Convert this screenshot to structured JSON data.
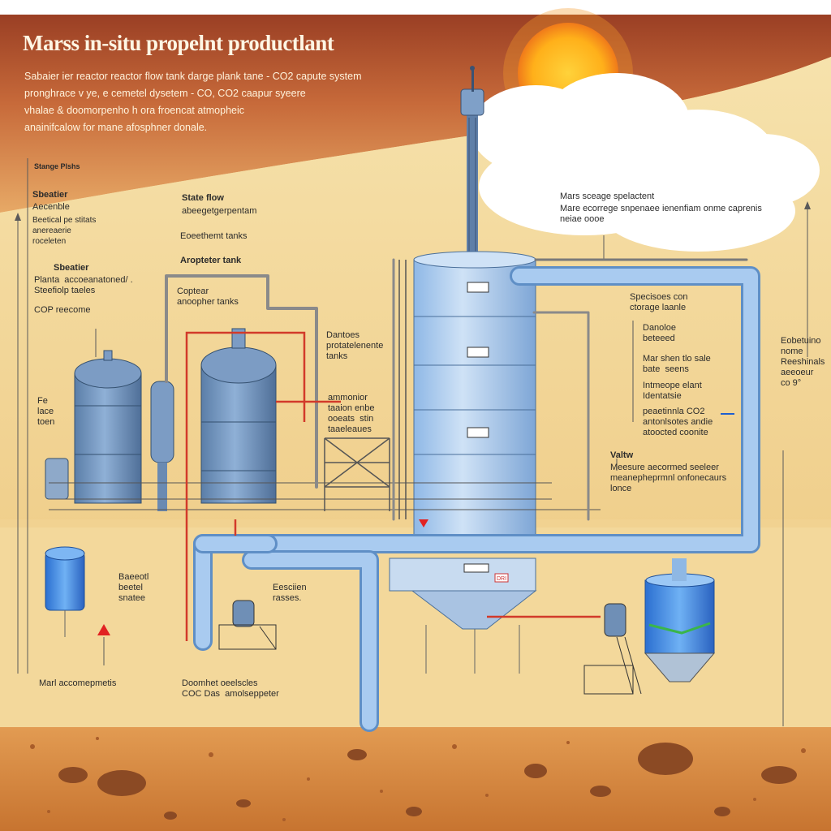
{
  "title": "Marss in-situ propelnt productlant",
  "subtitle_lines": [
    "Sabaier ier reactor reactor flow tank darge plank tane - CO2 capute system",
    "pronghrace v ye, e cemetel dysetem - CO, CO2 caapur syeere",
    "vhalae & doomorpenho h ora froencat atmopheic",
    "anainifcalow for mane afosphner donale."
  ],
  "labels": {
    "storage_plants": "Stange Plshs",
    "sbatier_top": "Sbeatier",
    "sbatier_top_sub": "Aecenble",
    "desc_left_1": "Beetical pe stitats\nanereaerie\nroceleten",
    "state_flow": "State flow",
    "state_flow_sub": "abeegetgerpentam",
    "exothermic": "Eoeethemt tanks",
    "atmosphere_tank": "Aropteter tank",
    "sbatier_mid": "Sbeatier",
    "sbatier_mid_sub": "Planta  accoeanatoned/ .\nSteefiolp taeles",
    "co2_recovery": "COP reecome",
    "captor": "Coptear\nanoopher tanks",
    "fe": "Fe\nlace\ntoen",
    "dantoes": "Dantoes\nprotatelenente\ntanks",
    "ammonia": "ammonior\ntaaion enbe\nooeats  stin\ntaaeleaues",
    "mars_storage": "Mars sceage spelactent",
    "mars_storage_sub": "Mare ecorrege snpenaee ienenfiam onme caprenis\nneiae oooe",
    "specialized": "Specisoes con\nctorage laanle",
    "dantoe_bases": "Danoloe\nbeteeed",
    "mar_shen": "Mar shen tlo sale\nbate  seens",
    "intake": "Intmeope elant\nIdentatsie",
    "practical_co2": "peaetinnla CO2\nantonlsotes andie\natoocted coonite",
    "valve": "Valtw",
    "measure": "Meesure aecormed seeleer\nmeanepheprmnl onfonecaurs\nlonce",
    "right_edge": "Eobetuino\nnome\nReeshinals\naeeoeur\nco 9°",
    "beacon": "Baeeotl\nbeetel\nsnatee",
    "esection": "Eesciien\nrasses.",
    "mars_acc": "Marl accomepmetis",
    "doomet": "Doomhet oeelscles\nCOC Das  amolseppeter",
    "tank_tag": "DRI"
  },
  "colors": {
    "sky_top": "#a4482a",
    "sky_mid": "#d9894c",
    "sand": "#f1d79a",
    "ground": "#d48a44",
    "pipe": "#8fb8e4",
    "pipe_dark": "#5f8fc6",
    "tank_blue": "#6b8fba",
    "sun": "#ffb41a",
    "red_line": "#d23a2a"
  }
}
